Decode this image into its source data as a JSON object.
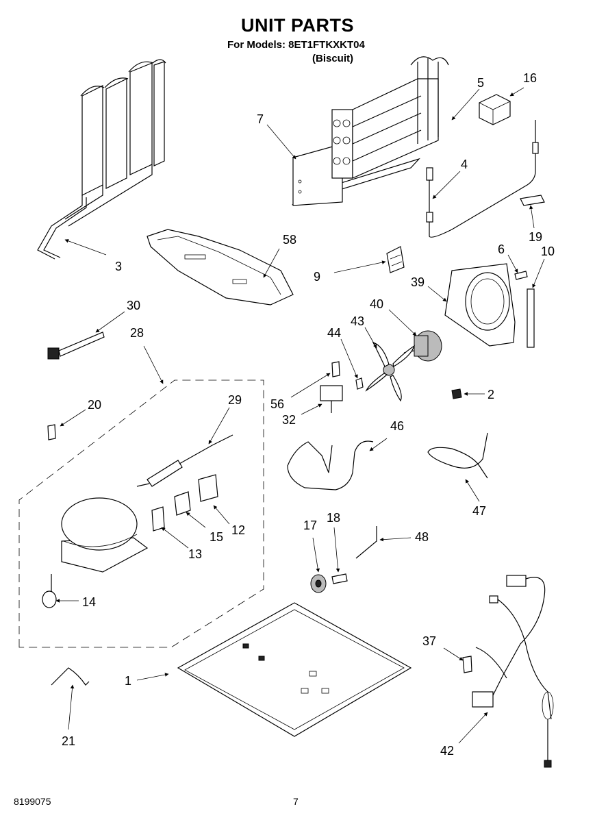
{
  "header": {
    "title": "UNIT PARTS",
    "models_line": "For Models: 8ET1FTKXKT04",
    "color_line": "(Biscuit)"
  },
  "footer": {
    "document_number": "8199075",
    "page_number": "7"
  },
  "callouts": [
    "1",
    "2",
    "3",
    "4",
    "5",
    "6",
    "7",
    "9",
    "10",
    "12",
    "13",
    "14",
    "15",
    "16",
    "17",
    "18",
    "19",
    "20",
    "21",
    "28",
    "29",
    "30",
    "32",
    "37",
    "39",
    "40",
    "42",
    "43",
    "44",
    "46",
    "47",
    "48",
    "56",
    "58"
  ]
}
